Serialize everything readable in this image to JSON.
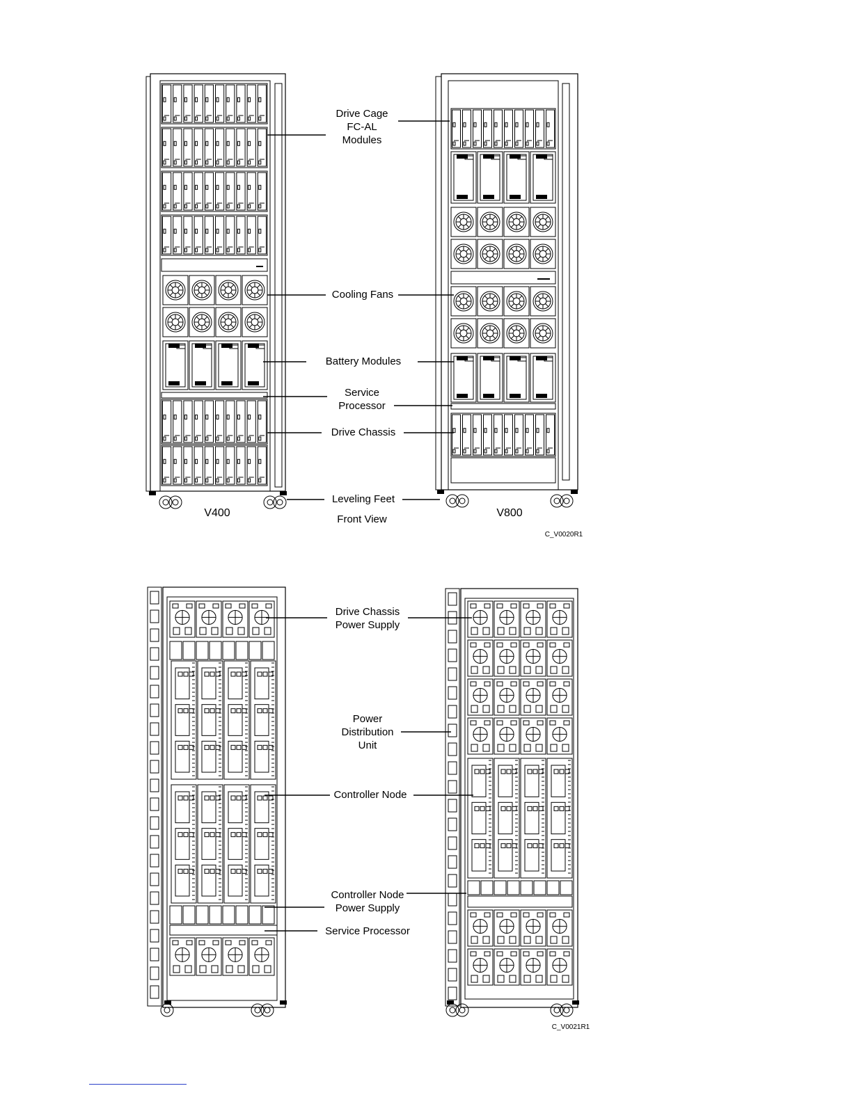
{
  "figure1": {
    "labels": {
      "drive_cage": "Drive Cage\nFC-AL\nModules",
      "cooling_fans": "Cooling Fans",
      "battery_modules": "Battery Modules",
      "service_processor": "Service\nProcessor",
      "drive_chassis": "Drive Chassis",
      "leveling_feet": "Leveling Feet",
      "left_cabinet": "V400",
      "right_cabinet": "V800",
      "view": "Front View",
      "figure_id": "C_V0020R1"
    }
  },
  "figure2": {
    "labels": {
      "drive_chassis_ps": "Drive Chassis\nPower Supply",
      "pdu": "Power\nDistribution\nUnit",
      "controller_node": "Controller Node",
      "controller_node_ps": "Controller Node\nPower Supply",
      "service_processor": "Service Processor",
      "figure_id": "C_V0021R1"
    }
  },
  "colors": {
    "line": "#000000",
    "footer_rule": "#2b3fc9"
  }
}
